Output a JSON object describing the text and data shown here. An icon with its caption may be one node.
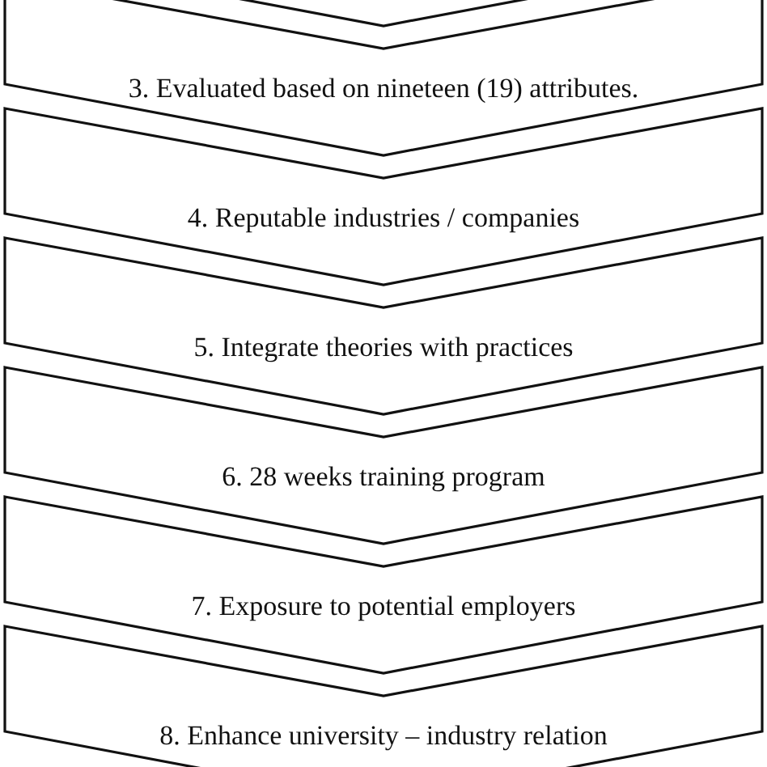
{
  "diagram": {
    "nodes": [
      {
        "text": [],
        "shape": "chevron"
      },
      {
        "text": [
          "3. Evaluated based on nineteen (19) attributes."
        ]
      },
      {
        "text": [
          "4. Reputable industries / companies"
        ]
      },
      {
        "text": [
          "5. Integrate theories with practices"
        ]
      },
      {
        "text": [
          "6. 28 weeks training program"
        ]
      },
      {
        "text": [
          "7. Exposure to potential employers"
        ]
      },
      {
        "text": [
          "8. Enhance university – industry relation"
        ]
      }
    ]
  }
}
